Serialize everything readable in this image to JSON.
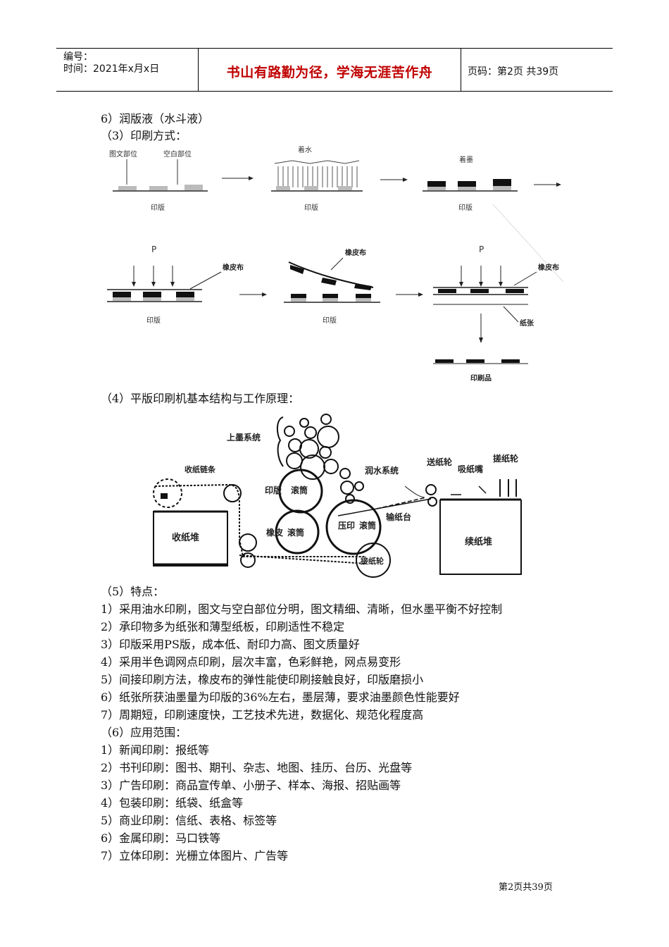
{
  "header": {
    "number_label": "编号：",
    "time_label": "时间：2021年x月x日",
    "motto": "书山有路勤为径，学海无涯苦作舟",
    "page_info": "页码：第2页 共39页"
  },
  "intro_lines": [
    "6）润版液（水斗液）",
    "（3）印刷方式："
  ],
  "printing_diagram": {
    "label_image_area": "图文部位",
    "label_blank_area": "空白部位",
    "label_water": "着水",
    "label_ink": "着墨",
    "label_plate": "印版",
    "label_pressure": "P",
    "label_blanket": "橡皮布",
    "label_paper": "纸张",
    "label_printed": "印刷品"
  },
  "section4_title": "（4）平版印刷机基本结构与工作原理：",
  "press_diagram": {
    "inking_system": "上墨系统",
    "dampening_system": "润水系统",
    "chain": "收纸链条",
    "plate_label": "印版",
    "blanket_label": "橡皮",
    "cylinder": "滚筒",
    "impression": "压印",
    "feed_board": "输纸台",
    "transfer": "接纸轮",
    "feed_roller": "送纸轮",
    "suction": "吸纸嘴",
    "separator": "搓纸轮",
    "delivery_pile": "收纸堆",
    "feed_pile": "续纸堆"
  },
  "section5": {
    "title": "（5）特点：",
    "items": [
      "1）采用油水印刷，图文与空白部位分明，图文精细、清晰，但水墨平衡不好控制",
      "2）承印物多为纸张和薄型纸板，印刷适性不稳定",
      "3）印版采用PS版，成本低、耐印力高、图文质量好",
      "4）采用半色调网点印刷，层次丰富，色彩鲜艳，网点易变形",
      "5）间接印刷方法，橡皮布的弹性能使印刷接触良好，印版磨损小",
      "6）纸张所获油墨量为印版的36%左右，墨层薄，要求油墨颜色性能要好",
      "7）周期短，印刷速度快，工艺技术先进，数据化、规范化程度高"
    ]
  },
  "section6": {
    "title": "（6）应用范围：",
    "items": [
      "1）新闻印刷：报纸等",
      "2）书刊印刷：图书、期刊、杂志、地图、挂历、台历、光盘等",
      "3）广告印刷：商品宣传单、小册子、样本、海报、招贴画等",
      "4）包装印刷：纸袋、纸盒等",
      "5）商业印刷：信纸、表格、标签等",
      "6）金属印刷：马口铁等",
      "7）立体印刷：光栅立体图片、广告等"
    ]
  },
  "footer": "第2页共39页"
}
